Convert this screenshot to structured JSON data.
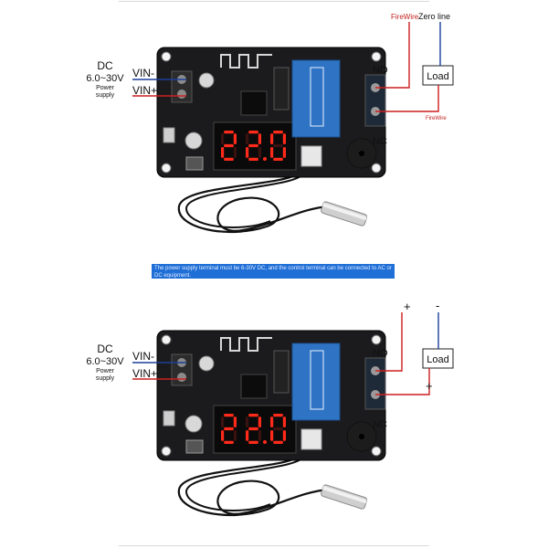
{
  "panels": [
    {
      "dc_label": "DC",
      "voltage_range": "6.0~30V",
      "power_supply": [
        "Power",
        "supply"
      ],
      "vin_minus": "VIN-",
      "vin_plus": "VIN+",
      "display": "22.0",
      "load_label": "Load",
      "no_label": "NO",
      "nc_label": "NC",
      "fire_wire_top": "FireWire",
      "zero_line": "Zero line",
      "fire_wire_bottom": "FireWire"
    },
    {
      "dc_label": "DC",
      "voltage_range": "6.0~30V",
      "power_supply": [
        "Power",
        "supply"
      ],
      "vin_minus": "VIN-",
      "vin_plus": "VIN+",
      "display": "22.0",
      "load_label": "Load",
      "no_label": "NO",
      "nc_label": "NC",
      "plus_top": "+",
      "minus_top": "-",
      "plus_right": "+"
    }
  ],
  "banner_text": "The power supply terminal must be 6-30V DC, and the control terminal can be connected to AC or DC equipment.",
  "colors": {
    "pcb": "#1b1b1d",
    "relay": "#2f74c4",
    "digits": "#ff2a1a",
    "wire_red": "#cc1f1f",
    "wire_blue": "#1a3f9a",
    "banner": "#1f6fd6"
  }
}
